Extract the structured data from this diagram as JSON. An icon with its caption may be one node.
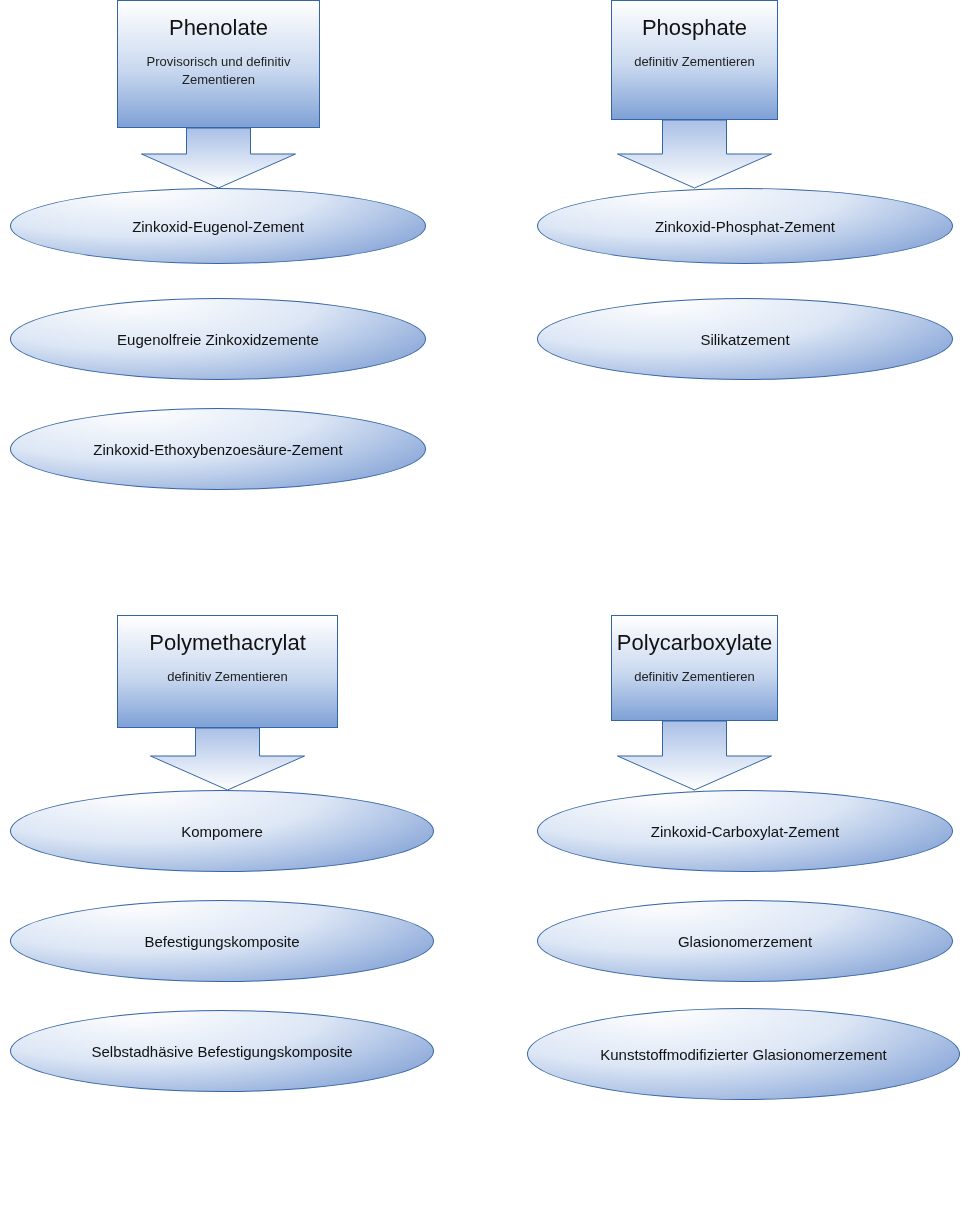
{
  "diagram": {
    "nodes": [
      {
        "text": [
          "Phenolate",
          "Provisorisch und definitiv Zementieren"
        ]
      },
      {
        "text": [
          "Phosphate",
          "definitiv Zementieren"
        ]
      },
      {
        "text": [
          "Zinkoxid-Eugenol-Zement"
        ]
      },
      {
        "text": [
          "Zinkoxid-Phosphat-Zement"
        ]
      },
      {
        "text": [
          "Eugenolfreie Zinkoxidzemente"
        ]
      },
      {
        "text": [
          "Silikatzement"
        ]
      },
      {
        "text": [
          "Zinkoxid-Ethoxybenzoesäure-Zement"
        ]
      },
      {
        "text": [
          "Polymethacrylat",
          "definitiv Zementieren"
        ]
      },
      {
        "text": [
          "Polycarboxylate",
          "definitiv Zementieren"
        ]
      },
      {
        "text": [
          "Kompomere"
        ]
      },
      {
        "text": [
          "Zinkoxid-Carboxylat-Zement"
        ]
      },
      {
        "text": [
          "Befestigungskomposite"
        ]
      },
      {
        "text": [
          "Glasionomerzement"
        ]
      },
      {
        "text": [
          "Selbstadhäsive Befestigungskomposite"
        ]
      },
      {
        "text": [
          "Kunststoffmodifizierter Glasionomerzement"
        ]
      }
    ],
    "edges": [
      {
        "from": 0,
        "to": 2,
        "arrow": "to"
      },
      {
        "from": 1,
        "to": 3,
        "arrow": "to"
      },
      {
        "from": 7,
        "to": 9,
        "arrow": "to"
      },
      {
        "from": 8,
        "to": 10,
        "arrow": "to"
      }
    ]
  }
}
